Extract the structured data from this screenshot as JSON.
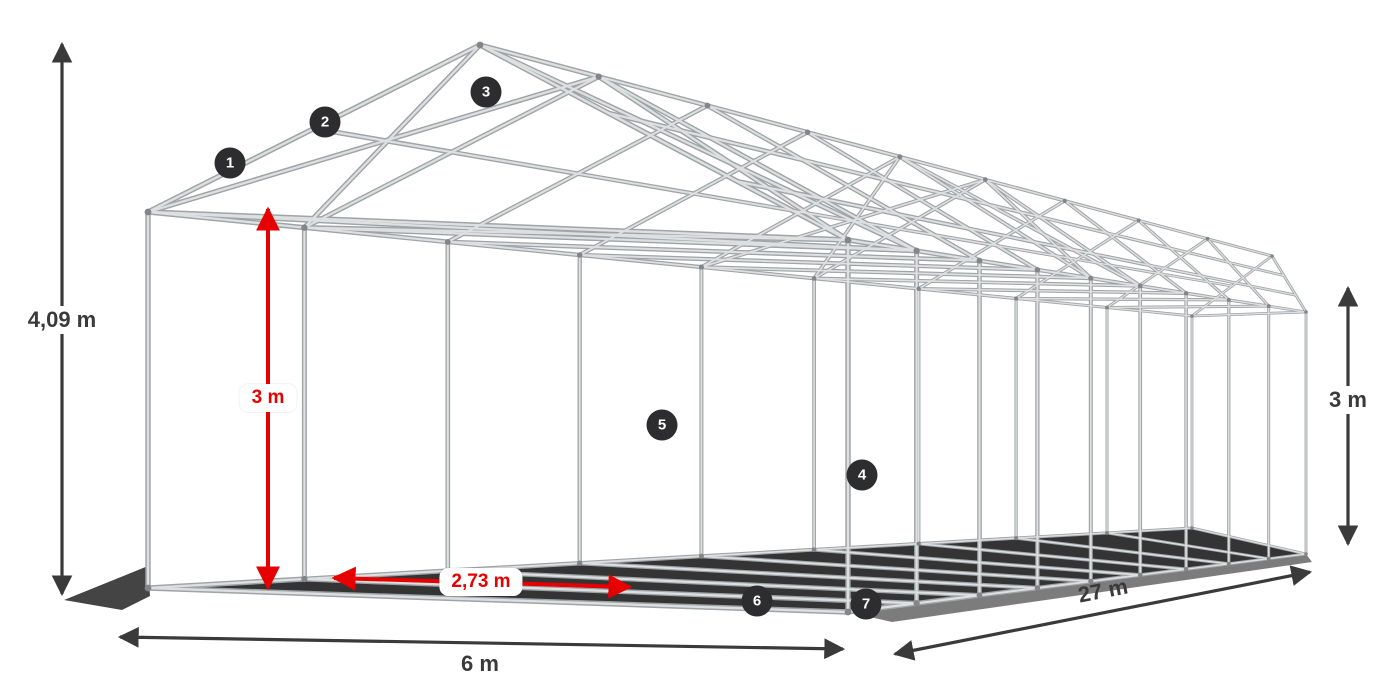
{
  "figure": {
    "kind": "tent-steel-frame-wireframe",
    "view": "perspective-front-left"
  },
  "dimensions": {
    "total_height": "4,09 m",
    "inner_height": "3 m",
    "bay_spacing": "2,73 m",
    "side_height": "3 m",
    "width": "6 m",
    "length": "27 m"
  },
  "callouts": [
    "1",
    "2",
    "3",
    "4",
    "5",
    "6",
    "7"
  ],
  "colors": {
    "background": "#ffffff",
    "frame_main": "#9fa4a6",
    "frame_light": "#dde0e1",
    "joint": "#82868a",
    "shadow": "#101010",
    "dimension": "#3a3a3a",
    "highlight": "#e60000",
    "badge_bg": "#2d2d2f",
    "badge_text": "#ffffff"
  }
}
